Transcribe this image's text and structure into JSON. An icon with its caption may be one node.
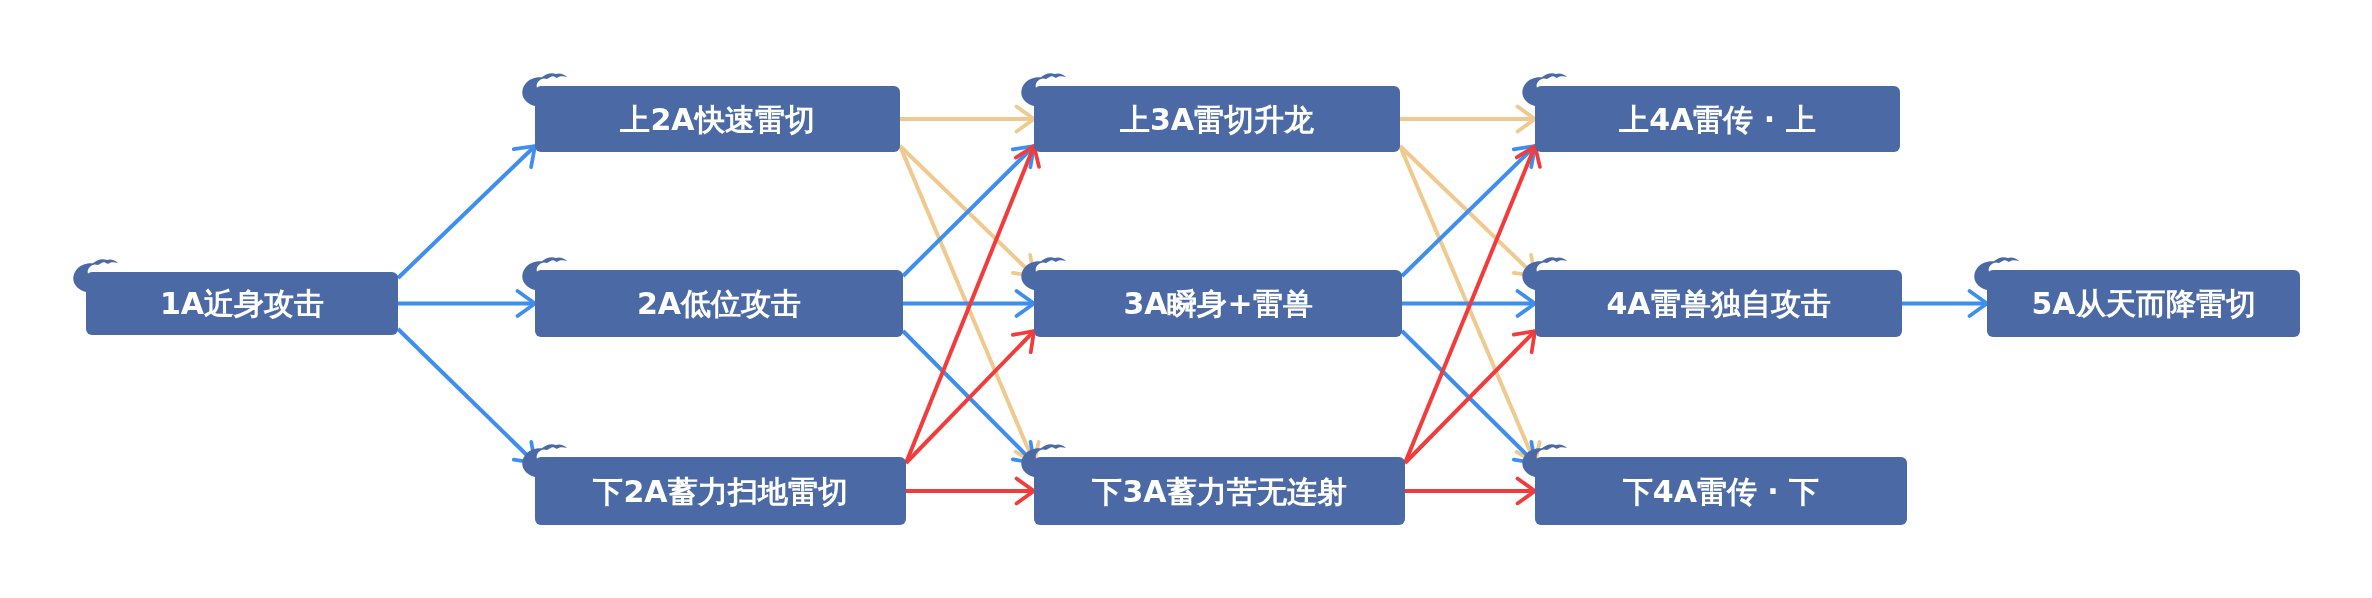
{
  "diagram": {
    "nodes": [
      {
        "text": [
          "1A近身攻击"
        ]
      },
      {
        "text": [
          "上2A快速雷切"
        ]
      },
      {
        "text": [
          "2A低位攻击"
        ]
      },
      {
        "text": [
          "下2A蓄力扫地雷切"
        ]
      },
      {
        "text": [
          "上3A雷切升龙"
        ]
      },
      {
        "text": [
          "3A瞬身+雷兽"
        ]
      },
      {
        "text": [
          "下3A蓄力苦无连射"
        ]
      },
      {
        "text": [
          "上4A雷传 · 上"
        ]
      },
      {
        "text": [
          "4A雷兽独自攻击"
        ]
      },
      {
        "text": [
          "下4A雷传 · 下"
        ]
      },
      {
        "text": [
          "5A从天而降雷切"
        ]
      }
    ],
    "edges": [
      {
        "from": 0,
        "to": 1,
        "arrow": "to"
      },
      {
        "from": 0,
        "to": 2,
        "arrow": "to"
      },
      {
        "from": 0,
        "to": 3,
        "arrow": "to"
      },
      {
        "from": 1,
        "to": 4,
        "arrow": "to",
        "color": "#f0c98f"
      },
      {
        "from": 1,
        "to": 5,
        "arrow": "to",
        "color": "#f0c98f"
      },
      {
        "from": 1,
        "to": 6,
        "arrow": "to",
        "color": "#f0c98f"
      },
      {
        "from": 2,
        "to": 4,
        "arrow": "to"
      },
      {
        "from": 2,
        "to": 5,
        "arrow": "to"
      },
      {
        "from": 2,
        "to": 6,
        "arrow": "to"
      },
      {
        "from": 3,
        "to": 4,
        "arrow": "to",
        "color": "#f23c3c"
      },
      {
        "from": 3,
        "to": 5,
        "arrow": "to",
        "color": "#f23c3c"
      },
      {
        "from": 3,
        "to": 6,
        "arrow": "to",
        "color": "#f23c3c"
      },
      {
        "from": 4,
        "to": 7,
        "arrow": "to",
        "color": "#f0c98f"
      },
      {
        "from": 4,
        "to": 8,
        "arrow": "to",
        "color": "#f0c98f"
      },
      {
        "from": 4,
        "to": 9,
        "arrow": "to",
        "color": "#f0c98f"
      },
      {
        "from": 5,
        "to": 7,
        "arrow": "to"
      },
      {
        "from": 5,
        "to": 8,
        "arrow": "to"
      },
      {
        "from": 5,
        "to": 9,
        "arrow": "to"
      },
      {
        "from": 6,
        "to": 7,
        "arrow": "to",
        "color": "#f23c3c"
      },
      {
        "from": 6,
        "to": 8,
        "arrow": "to",
        "color": "#f23c3c"
      },
      {
        "from": 6,
        "to": 9,
        "arrow": "to",
        "color": "#f23c3c"
      },
      {
        "from": 8,
        "to": 10,
        "arrow": "to"
      }
    ]
  }
}
